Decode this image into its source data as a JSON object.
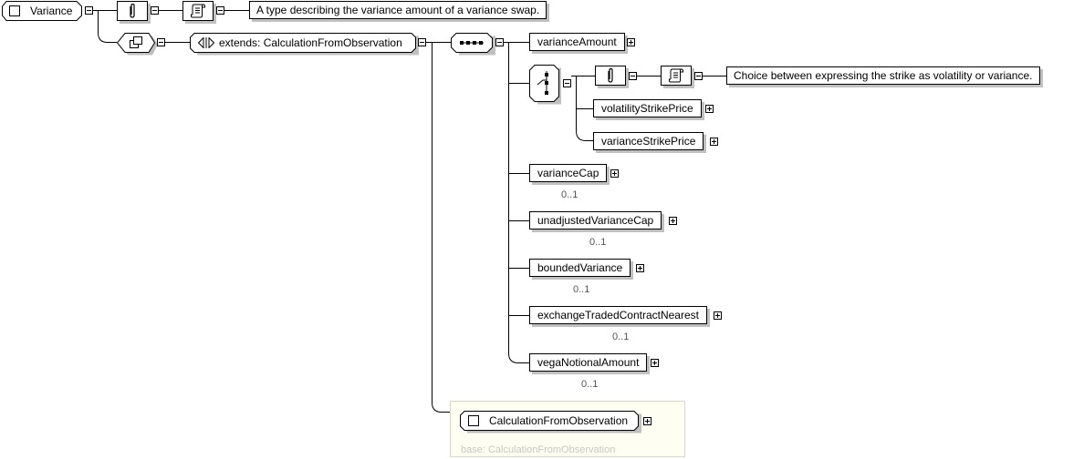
{
  "root": {
    "name": "Variance",
    "documentation": "A type describing the variance amount of a variance swap."
  },
  "extension": {
    "label": "extends: CalculationFromObservation",
    "base_type": "CalculationFromObservation",
    "base_caption": "base: CalculationFromObservation"
  },
  "sequence": {
    "elements": [
      {
        "name": "varianceAmount",
        "cardinality": ""
      },
      {
        "name": "varianceCap",
        "cardinality": "0..1"
      },
      {
        "name": "unadjustedVarianceCap",
        "cardinality": "0..1"
      },
      {
        "name": "boundedVariance",
        "cardinality": "0..1"
      },
      {
        "name": "exchangeTradedContractNearest",
        "cardinality": "0..1"
      },
      {
        "name": "vegaNotionalAmount",
        "cardinality": "0..1"
      }
    ]
  },
  "choice": {
    "documentation": "Choice between expressing the strike as volatility or variance.",
    "elements": [
      {
        "name": "volatilityStrikePrice"
      },
      {
        "name": "varianceStrikePrice"
      }
    ]
  }
}
